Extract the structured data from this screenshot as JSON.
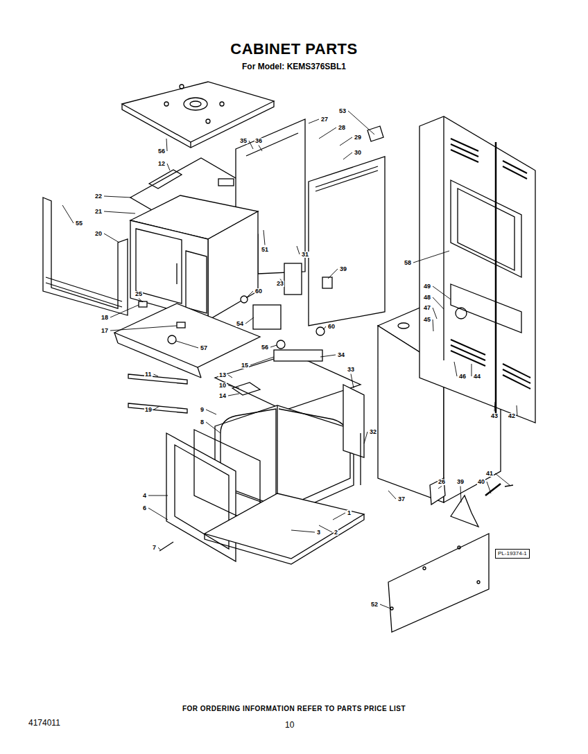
{
  "diagram": {
    "title": "CABINET PARTS",
    "nodes": [
      {
        "text": [
          "PL-19374-1"
        ]
      }
    ],
    "labels": [
      "For Model: KEMS376SBL1",
      "53",
      "27",
      "28",
      "29",
      "30",
      "35",
      "36",
      "56",
      "12",
      "22",
      "21",
      "55",
      "20",
      "51",
      "31",
      "39",
      "58",
      "23",
      "60",
      "49",
      "48",
      "47",
      "45",
      "25",
      "18",
      "17",
      "54",
      "60",
      "57",
      "56",
      "34",
      "33",
      "11",
      "15",
      "13",
      "10",
      "14",
      "19",
      "9",
      "8",
      "46",
      "44",
      "32",
      "43",
      "42",
      "4",
      "6",
      "26",
      "39",
      "41",
      "40",
      "1",
      "2",
      "3",
      "37",
      "7",
      "52",
      "FOR ORDERING INFORMATION REFER TO PARTS PRICE LIST",
      "4174011",
      "10"
    ]
  }
}
